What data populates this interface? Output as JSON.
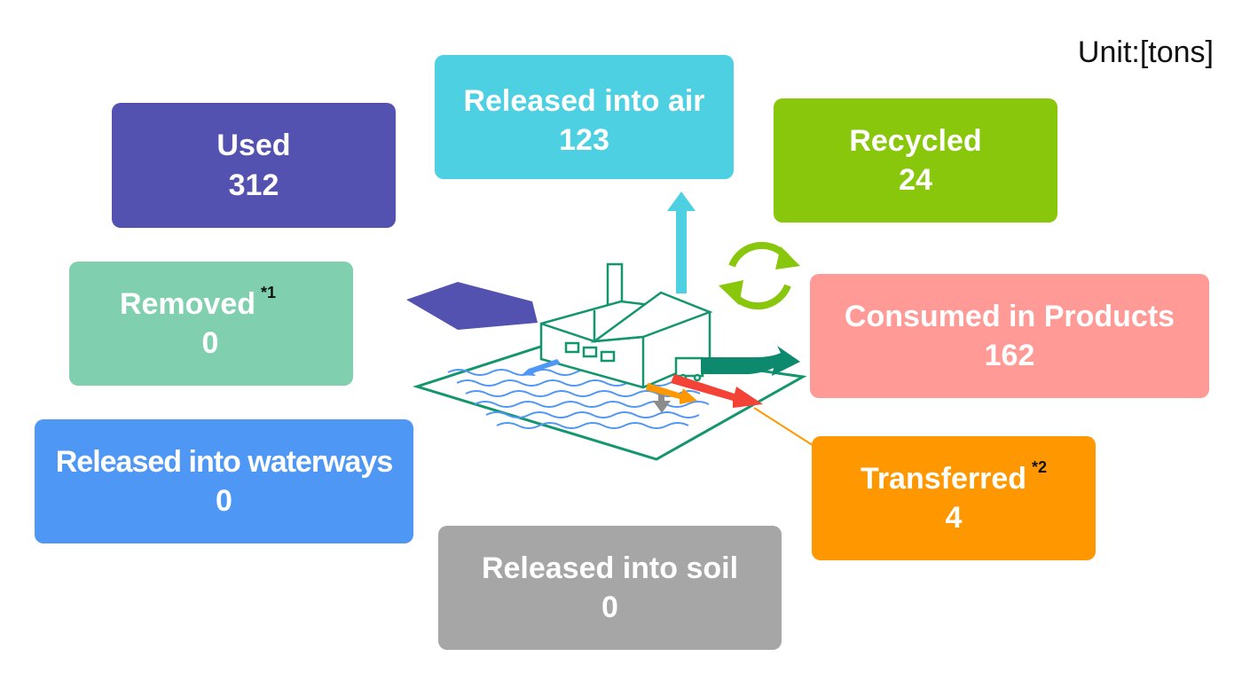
{
  "unit_label": "Unit:[tons]",
  "boxes": {
    "used": {
      "label": "Used",
      "value": "312",
      "color": "#5352b0"
    },
    "air": {
      "label": "Released into air",
      "value": "123",
      "color": "#4dd0e1"
    },
    "recycled": {
      "label": "Recycled",
      "value": "24",
      "color": "#88c70b"
    },
    "removed": {
      "label": "Removed",
      "note": "*1",
      "value": "0",
      "color": "#80d0b0"
    },
    "products": {
      "label": "Consumed in Products",
      "value": "162",
      "color": "#ff9a96"
    },
    "waterways": {
      "label": "Released into waterways",
      "value": "0",
      "color": "#4f97f5"
    },
    "transferred": {
      "label": "Transferred",
      "note": "*2",
      "value": "4",
      "color": "#ff9800"
    },
    "soil": {
      "label": "Released into soil",
      "value": "0",
      "color": "#a6a6a6"
    }
  },
  "colors": {
    "factory_line": "#13956e",
    "arrow_used": "#5352b0",
    "arrow_air": "#4dd0e1",
    "arrow_water": "#4f97f5",
    "arrow_soil": "#8c8c8c",
    "arrow_transfer": "#ff9800",
    "arrow_red": "#f44336",
    "arrow_products": "#0d8a6e",
    "recycle_icon": "#88c70b"
  }
}
